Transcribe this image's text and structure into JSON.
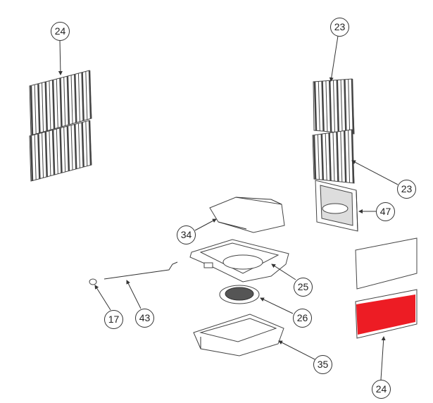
{
  "diagram": {
    "callouts": [
      "24",
      "23",
      "23",
      "47",
      "34",
      "25",
      "26",
      "35",
      "17",
      "43",
      "24"
    ],
    "highlight_color": "#ed1c24"
  }
}
